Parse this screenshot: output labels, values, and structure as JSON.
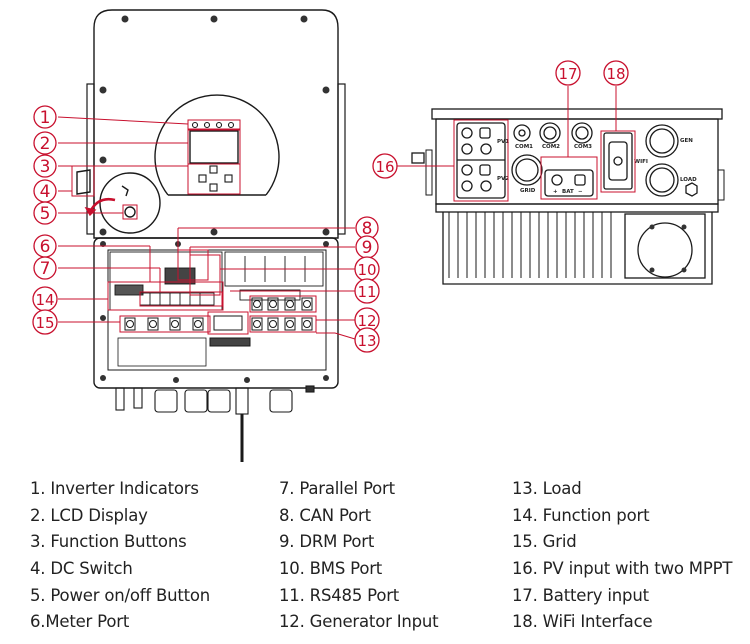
{
  "accent_color": "#c8102e",
  "line_color": "#1a1a1a",
  "front_view": {
    "callouts": [
      "1",
      "2",
      "3",
      "4",
      "5",
      "6",
      "7",
      "8",
      "9",
      "10",
      "11",
      "12",
      "13",
      "14",
      "15"
    ]
  },
  "bottom_view": {
    "callouts": [
      "16",
      "17",
      "18"
    ],
    "port_labels": {
      "pv1": "PV1",
      "pv2": "PV2",
      "com1": "COM1",
      "com2": "COM2",
      "com3": "COM3",
      "grid": "GRID",
      "bat": "BAT",
      "bat_plus": "+",
      "bat_minus": "−",
      "wifi": "WIFI",
      "gen": "GEN",
      "load": "LOAD"
    }
  },
  "legend": {
    "columns": [
      [
        "1. Inverter Indicators",
        "2. LCD Display",
        "3. Function Buttons",
        "4. DC Switch",
        "5. Power on/off Button",
        "6.Meter Port"
      ],
      [
        "7. Parallel Port",
        "8. CAN Port",
        "9. DRM Port",
        "10. BMS Port",
        "11. RS485 Port",
        "12. Generator Input"
      ],
      [
        "13. Load",
        "14. Function port",
        "15. Grid",
        "16. PV input with two MPPT",
        "17. Battery input",
        "18. WiFi Interface"
      ]
    ]
  }
}
